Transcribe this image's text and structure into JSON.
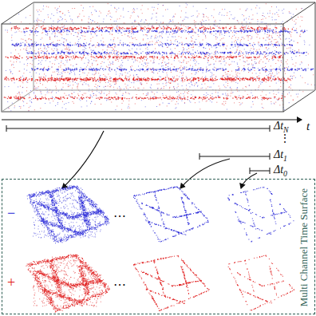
{
  "diagram": {
    "nodes": [
      {
        "text": [
          "Multi Channel Time Surface"
        ]
      }
    ],
    "labels": [
      "t",
      "ΔtN",
      "⋮",
      "Δt1",
      "Δt0",
      "−",
      "+",
      "⋯",
      "⋯"
    ]
  }
}
